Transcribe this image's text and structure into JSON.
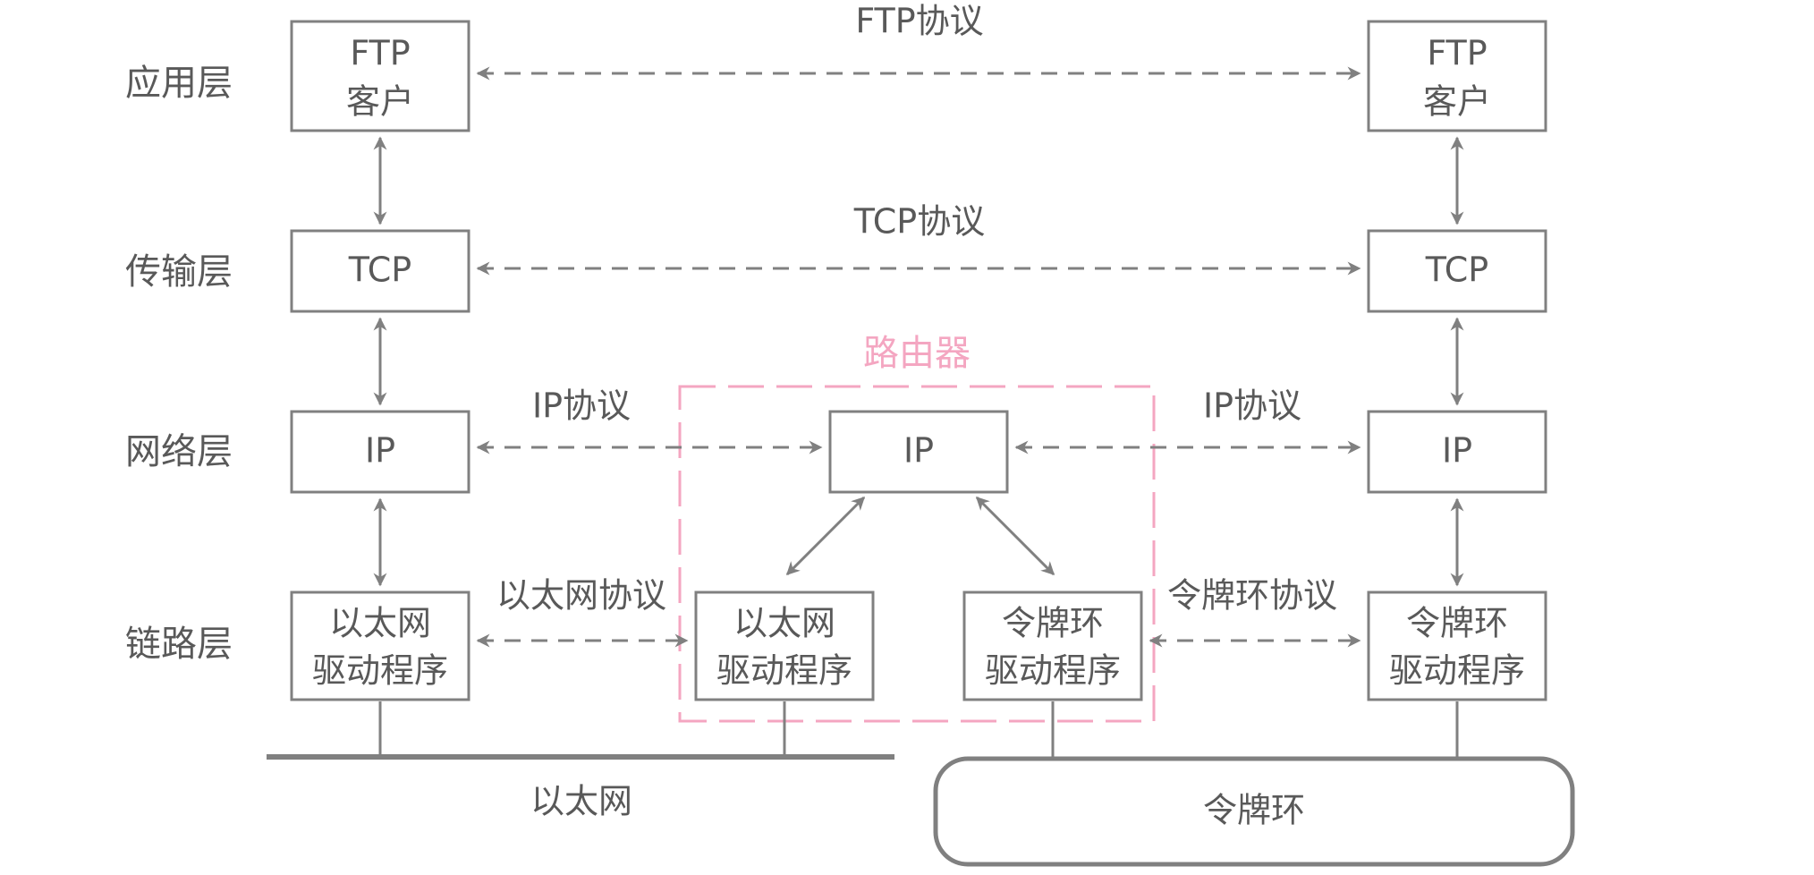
{
  "layers": {
    "application": "应用层",
    "transport": "传输层",
    "network": "网络层",
    "link": "链路层"
  },
  "boxes": {
    "ftp_left": [
      "FTP",
      "客户"
    ],
    "ftp_right": [
      "FTP",
      "客户"
    ],
    "tcp_left": "TCP",
    "tcp_right": "TCP",
    "ip_left": "IP",
    "ip_router": "IP",
    "ip_right": "IP",
    "eth_left": [
      "以太网",
      "驱动程序"
    ],
    "eth_router": [
      "以太网",
      "驱动程序"
    ],
    "token_router": [
      "令牌环",
      "驱动程序"
    ],
    "token_right": [
      "令牌环",
      "驱动程序"
    ]
  },
  "protocols": {
    "ftp": "FTP协议",
    "tcp": "TCP协议",
    "ip_left": "IP协议",
    "ip_right": "IP协议",
    "ethernet": "以太网协议",
    "token_ring": "令牌环协议"
  },
  "router_label": "路由器",
  "networks": {
    "ethernet": "以太网",
    "token_ring": "令牌环"
  }
}
